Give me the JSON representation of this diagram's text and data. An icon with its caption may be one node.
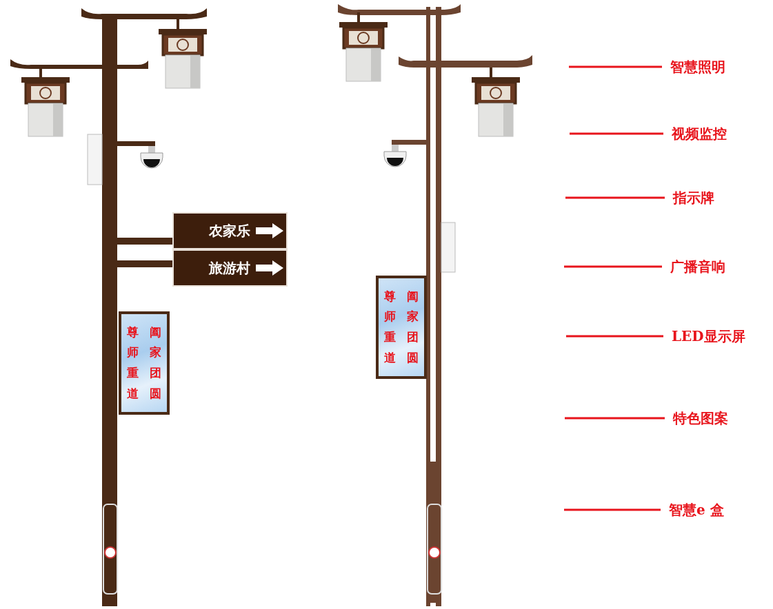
{
  "diagram": {
    "nodes": [
      {
        "text": [
          "农家乐"
        ]
      },
      {
        "text": [
          "旅游村"
        ]
      },
      {
        "text": [
          "尊师重道",
          "阖家团圆"
        ]
      },
      {
        "text": [
          "尊师重道",
          "阖家团圆"
        ]
      },
      {
        "text": [
          "智慧照明"
        ]
      },
      {
        "text": [
          "视频监控"
        ]
      },
      {
        "text": [
          "指示牌"
        ]
      },
      {
        "text": [
          "广播音响"
        ]
      },
      {
        "text": [
          "LED显示屏"
        ]
      },
      {
        "text": [
          "特色图案"
        ]
      },
      {
        "text": [
          "智慧e 盒"
        ]
      }
    ],
    "edges": [
      {
        "from": 4,
        "to": null,
        "arrow": "none"
      },
      {
        "from": 5,
        "to": null,
        "arrow": "none"
      },
      {
        "from": 6,
        "to": null,
        "arrow": "none"
      },
      {
        "from": 7,
        "to": null,
        "arrow": "none"
      },
      {
        "from": 8,
        "to": null,
        "arrow": "none"
      },
      {
        "from": 9,
        "to": null,
        "arrow": "none"
      },
      {
        "from": 10,
        "to": null,
        "arrow": "none"
      }
    ]
  }
}
